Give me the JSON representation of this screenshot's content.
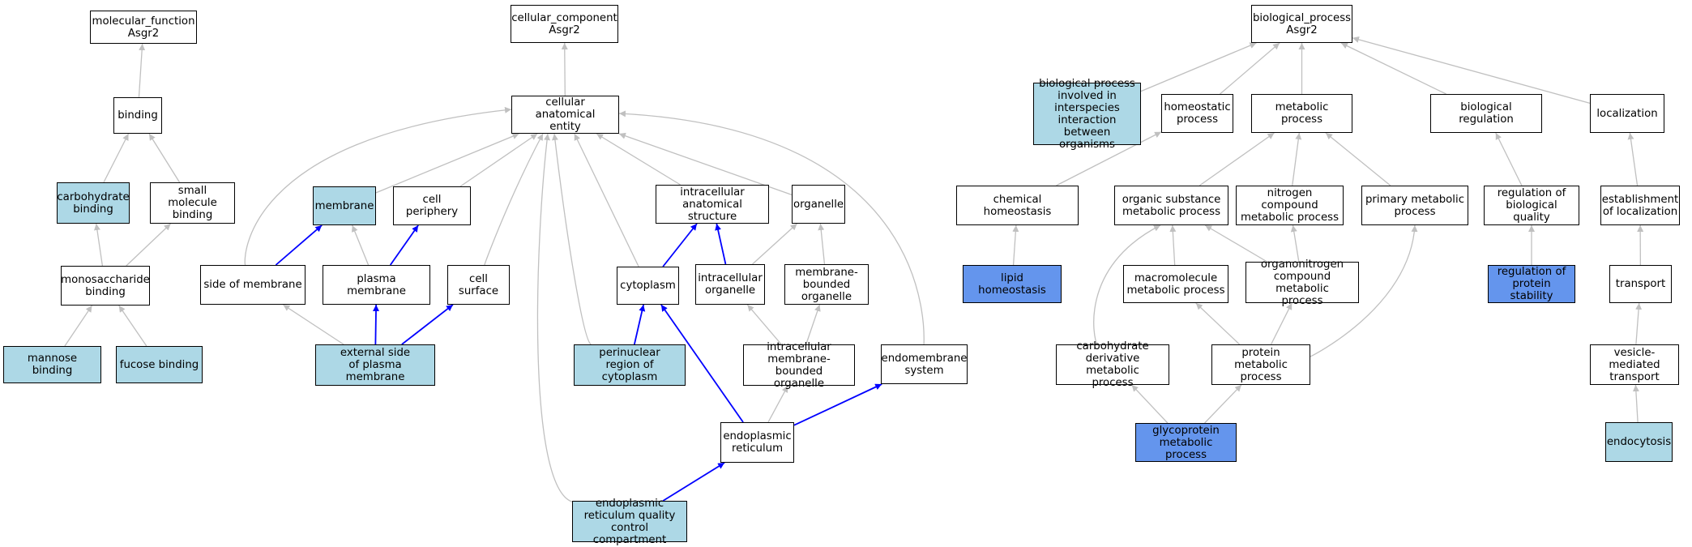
{
  "colors": {
    "plain": "#ffffff",
    "light_fill": "#add8e6",
    "dark_fill": "#6495ed",
    "grey_edge": "#c0c0c0",
    "blue_edge": "#0000ff"
  },
  "nodes": [
    {
      "id": "mf_root",
      "label": "molecular_function\nAsgr2",
      "style": "plain"
    },
    {
      "id": "binding",
      "label": "binding",
      "style": "plain"
    },
    {
      "id": "carb_binding",
      "label": "carbohydrate\nbinding",
      "style": "light"
    },
    {
      "id": "small_mol",
      "label": "small molecule\nbinding",
      "style": "plain"
    },
    {
      "id": "mono_binding",
      "label": "monosaccharide\nbinding",
      "style": "plain"
    },
    {
      "id": "mannose",
      "label": "mannose binding",
      "style": "light"
    },
    {
      "id": "fucose",
      "label": "fucose binding",
      "style": "light"
    },
    {
      "id": "cc_root",
      "label": "cellular_component\nAsgr2",
      "style": "plain"
    },
    {
      "id": "cae",
      "label": "cellular anatomical\nentity",
      "style": "plain"
    },
    {
      "id": "membrane",
      "label": "membrane",
      "style": "light"
    },
    {
      "id": "cell_periphery",
      "label": "cell periphery",
      "style": "plain"
    },
    {
      "id": "ias",
      "label": "intracellular\nanatomical structure",
      "style": "plain"
    },
    {
      "id": "organelle",
      "label": "organelle",
      "style": "plain"
    },
    {
      "id": "side_membrane",
      "label": "side of membrane",
      "style": "plain"
    },
    {
      "id": "plasma_membrane",
      "label": "plasma membrane",
      "style": "plain"
    },
    {
      "id": "cell_surface",
      "label": "cell surface",
      "style": "plain"
    },
    {
      "id": "cytoplasm",
      "label": "cytoplasm",
      "style": "plain"
    },
    {
      "id": "intra_organelle",
      "label": "intracellular\norganelle",
      "style": "plain"
    },
    {
      "id": "mb_organelle",
      "label": "membrane-bounded\norganelle",
      "style": "plain"
    },
    {
      "id": "ext_side_pm",
      "label": "external side\nof plasma membrane",
      "style": "light"
    },
    {
      "id": "perinuclear",
      "label": "perinuclear\nregion of cytoplasm",
      "style": "light"
    },
    {
      "id": "imb_organelle",
      "label": "intracellular\nmembrane-bounded\norganelle",
      "style": "plain"
    },
    {
      "id": "endomembrane",
      "label": "endomembrane\nsystem",
      "style": "plain"
    },
    {
      "id": "er",
      "label": "endoplasmic\nreticulum",
      "style": "plain"
    },
    {
      "id": "erqc",
      "label": "endoplasmic\nreticulum quality\ncontrol compartment",
      "style": "light"
    },
    {
      "id": "bp_root",
      "label": "biological_process\nAsgr2",
      "style": "plain"
    },
    {
      "id": "bp_interspecies",
      "label": "biological process\ninvolved in\ninterspecies\ninteraction\nbetween organisms",
      "style": "light"
    },
    {
      "id": "homeostatic",
      "label": "homeostatic\nprocess",
      "style": "plain"
    },
    {
      "id": "metabolic",
      "label": "metabolic process",
      "style": "plain"
    },
    {
      "id": "bio_regulation",
      "label": "biological regulation",
      "style": "plain"
    },
    {
      "id": "localization",
      "label": "localization",
      "style": "plain"
    },
    {
      "id": "chem_homeostasis",
      "label": "chemical homeostasis",
      "style": "plain"
    },
    {
      "id": "organic_sub",
      "label": "organic substance\nmetabolic process",
      "style": "plain"
    },
    {
      "id": "nitrogen",
      "label": "nitrogen compound\nmetabolic process",
      "style": "plain"
    },
    {
      "id": "primary",
      "label": "primary metabolic\nprocess",
      "style": "plain"
    },
    {
      "id": "reg_bio_quality",
      "label": "regulation of\nbiological quality",
      "style": "plain"
    },
    {
      "id": "establish_loc",
      "label": "establishment\nof localization",
      "style": "plain"
    },
    {
      "id": "lipid_homeostasis",
      "label": "lipid homeostasis",
      "style": "dark"
    },
    {
      "id": "macromolecule",
      "label": "macromolecule\nmetabolic process",
      "style": "plain"
    },
    {
      "id": "organonitrogen",
      "label": "organonitrogen\ncompound metabolic\nprocess",
      "style": "plain"
    },
    {
      "id": "reg_protein_stab",
      "label": "regulation of\nprotein stability",
      "style": "dark"
    },
    {
      "id": "transport",
      "label": "transport",
      "style": "plain"
    },
    {
      "id": "carb_deriv",
      "label": "carbohydrate\nderivative metabolic\nprocess",
      "style": "plain"
    },
    {
      "id": "protein_metab",
      "label": "protein metabolic\nprocess",
      "style": "plain"
    },
    {
      "id": "vesicle",
      "label": "vesicle-mediated\ntransport",
      "style": "plain"
    },
    {
      "id": "glycoprotein",
      "label": "glycoprotein\nmetabolic process",
      "style": "dark"
    },
    {
      "id": "endocytosis",
      "label": "endocytosis",
      "style": "light"
    }
  ],
  "edges": [
    {
      "from": "binding",
      "to": "mf_root",
      "kind": "grey"
    },
    {
      "from": "carb_binding",
      "to": "binding",
      "kind": "grey"
    },
    {
      "from": "small_mol",
      "to": "binding",
      "kind": "grey"
    },
    {
      "from": "mono_binding",
      "to": "carb_binding",
      "kind": "grey"
    },
    {
      "from": "mono_binding",
      "to": "small_mol",
      "kind": "grey"
    },
    {
      "from": "mannose",
      "to": "mono_binding",
      "kind": "grey"
    },
    {
      "from": "fucose",
      "to": "mono_binding",
      "kind": "grey"
    },
    {
      "from": "cae",
      "to": "cc_root",
      "kind": "grey"
    },
    {
      "from": "membrane",
      "to": "cae",
      "kind": "grey"
    },
    {
      "from": "cell_periphery",
      "to": "cae",
      "kind": "grey"
    },
    {
      "from": "ias",
      "to": "cae",
      "kind": "grey"
    },
    {
      "from": "organelle",
      "to": "cae",
      "kind": "grey"
    },
    {
      "from": "side_membrane",
      "to": "cae",
      "kind": "grey"
    },
    {
      "from": "cell_surface",
      "to": "cae",
      "kind": "grey"
    },
    {
      "from": "cytoplasm",
      "to": "cae",
      "kind": "grey"
    },
    {
      "from": "perinuclear",
      "to": "cae",
      "kind": "grey"
    },
    {
      "from": "erqc",
      "to": "cae",
      "kind": "grey"
    },
    {
      "from": "endomembrane",
      "to": "cae",
      "kind": "grey"
    },
    {
      "from": "side_membrane",
      "to": "membrane",
      "kind": "blue"
    },
    {
      "from": "plasma_membrane",
      "to": "membrane",
      "kind": "grey"
    },
    {
      "from": "plasma_membrane",
      "to": "cell_periphery",
      "kind": "blue"
    },
    {
      "from": "ext_side_pm",
      "to": "side_membrane",
      "kind": "grey"
    },
    {
      "from": "ext_side_pm",
      "to": "plasma_membrane",
      "kind": "blue"
    },
    {
      "from": "ext_side_pm",
      "to": "cell_surface",
      "kind": "blue"
    },
    {
      "from": "cytoplasm",
      "to": "ias",
      "kind": "blue"
    },
    {
      "from": "intra_organelle",
      "to": "ias",
      "kind": "blue"
    },
    {
      "from": "intra_organelle",
      "to": "organelle",
      "kind": "grey"
    },
    {
      "from": "mb_organelle",
      "to": "organelle",
      "kind": "grey"
    },
    {
      "from": "perinuclear",
      "to": "cytoplasm",
      "kind": "blue"
    },
    {
      "from": "imb_organelle",
      "to": "intra_organelle",
      "kind": "grey"
    },
    {
      "from": "imb_organelle",
      "to": "mb_organelle",
      "kind": "grey"
    },
    {
      "from": "er",
      "to": "cytoplasm",
      "kind": "blue"
    },
    {
      "from": "er",
      "to": "imb_organelle",
      "kind": "grey"
    },
    {
      "from": "er",
      "to": "endomembrane",
      "kind": "blue"
    },
    {
      "from": "erqc",
      "to": "er",
      "kind": "blue"
    },
    {
      "from": "bp_interspecies",
      "to": "bp_root",
      "kind": "grey"
    },
    {
      "from": "homeostatic",
      "to": "bp_root",
      "kind": "grey"
    },
    {
      "from": "metabolic",
      "to": "bp_root",
      "kind": "grey"
    },
    {
      "from": "bio_regulation",
      "to": "bp_root",
      "kind": "grey"
    },
    {
      "from": "localization",
      "to": "bp_root",
      "kind": "grey"
    },
    {
      "from": "chem_homeostasis",
      "to": "homeostatic",
      "kind": "grey"
    },
    {
      "from": "organic_sub",
      "to": "metabolic",
      "kind": "grey"
    },
    {
      "from": "nitrogen",
      "to": "metabolic",
      "kind": "grey"
    },
    {
      "from": "primary",
      "to": "metabolic",
      "kind": "grey"
    },
    {
      "from": "reg_bio_quality",
      "to": "bio_regulation",
      "kind": "grey"
    },
    {
      "from": "establish_loc",
      "to": "localization",
      "kind": "grey"
    },
    {
      "from": "lipid_homeostasis",
      "to": "chem_homeostasis",
      "kind": "grey"
    },
    {
      "from": "macromolecule",
      "to": "organic_sub",
      "kind": "grey"
    },
    {
      "from": "organonitrogen",
      "to": "organic_sub",
      "kind": "grey"
    },
    {
      "from": "organonitrogen",
      "to": "nitrogen",
      "kind": "grey"
    },
    {
      "from": "reg_protein_stab",
      "to": "reg_bio_quality",
      "kind": "grey"
    },
    {
      "from": "transport",
      "to": "establish_loc",
      "kind": "grey"
    },
    {
      "from": "carb_deriv",
      "to": "organic_sub",
      "kind": "grey"
    },
    {
      "from": "protein_metab",
      "to": "macromolecule",
      "kind": "grey"
    },
    {
      "from": "protein_metab",
      "to": "organonitrogen",
      "kind": "grey"
    },
    {
      "from": "protein_metab",
      "to": "primary",
      "kind": "grey"
    },
    {
      "from": "vesicle",
      "to": "transport",
      "kind": "grey"
    },
    {
      "from": "glycoprotein",
      "to": "carb_deriv",
      "kind": "grey"
    },
    {
      "from": "glycoprotein",
      "to": "protein_metab",
      "kind": "grey"
    },
    {
      "from": "endocytosis",
      "to": "vesicle",
      "kind": "grey"
    }
  ]
}
